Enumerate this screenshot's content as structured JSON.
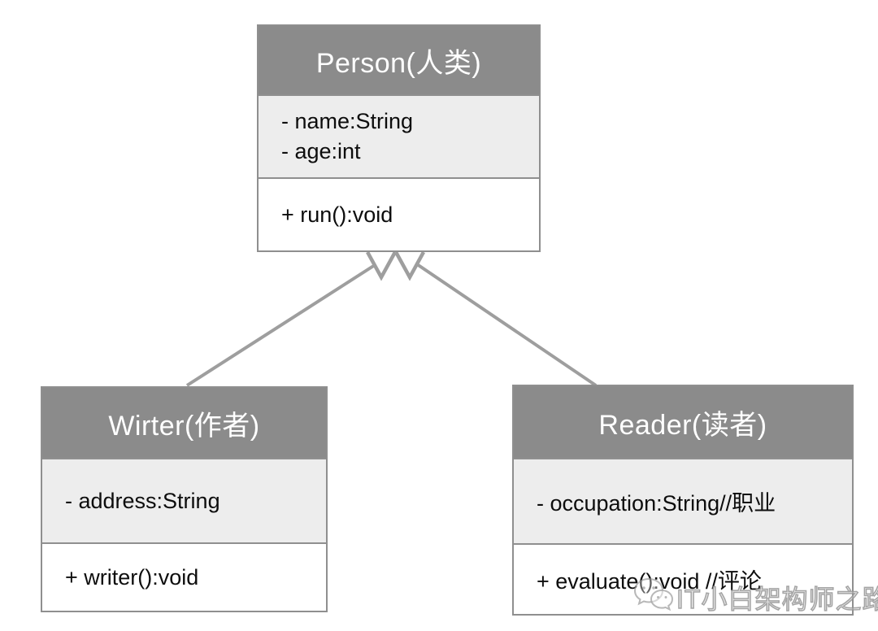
{
  "diagram": {
    "type": "uml-class-diagram",
    "classes": {
      "person": {
        "title": "Person(人类)",
        "attr1": "- name:String",
        "attr2": "- age:int",
        "method1": "+ run():void"
      },
      "wirter": {
        "title": "Wirter(作者)",
        "attr1": "- address:String",
        "method1": "+ writer():void"
      },
      "reader": {
        "title": "Reader(读者)",
        "attr1": "- occupation:String//职业",
        "method1": "+ evaluate():void //评论"
      }
    },
    "relations": [
      {
        "type": "generalization",
        "from": "Wirter(作者)",
        "to": "Person(人类)"
      },
      {
        "type": "generalization",
        "from": "Reader(读者)",
        "to": "Person(人类)"
      }
    ],
    "colors": {
      "header_bg": "#8b8b8b",
      "header_text": "#ffffff",
      "attributes_bg": "#ededed",
      "methods_bg": "#ffffff",
      "border": "#8f8f8f",
      "connector": "#9e9e9e",
      "body_text": "#0d0d0d",
      "watermark": "#a9a9a9"
    }
  },
  "watermark": {
    "icon": "wechat-icon",
    "text": "IT小白架构师之路"
  }
}
